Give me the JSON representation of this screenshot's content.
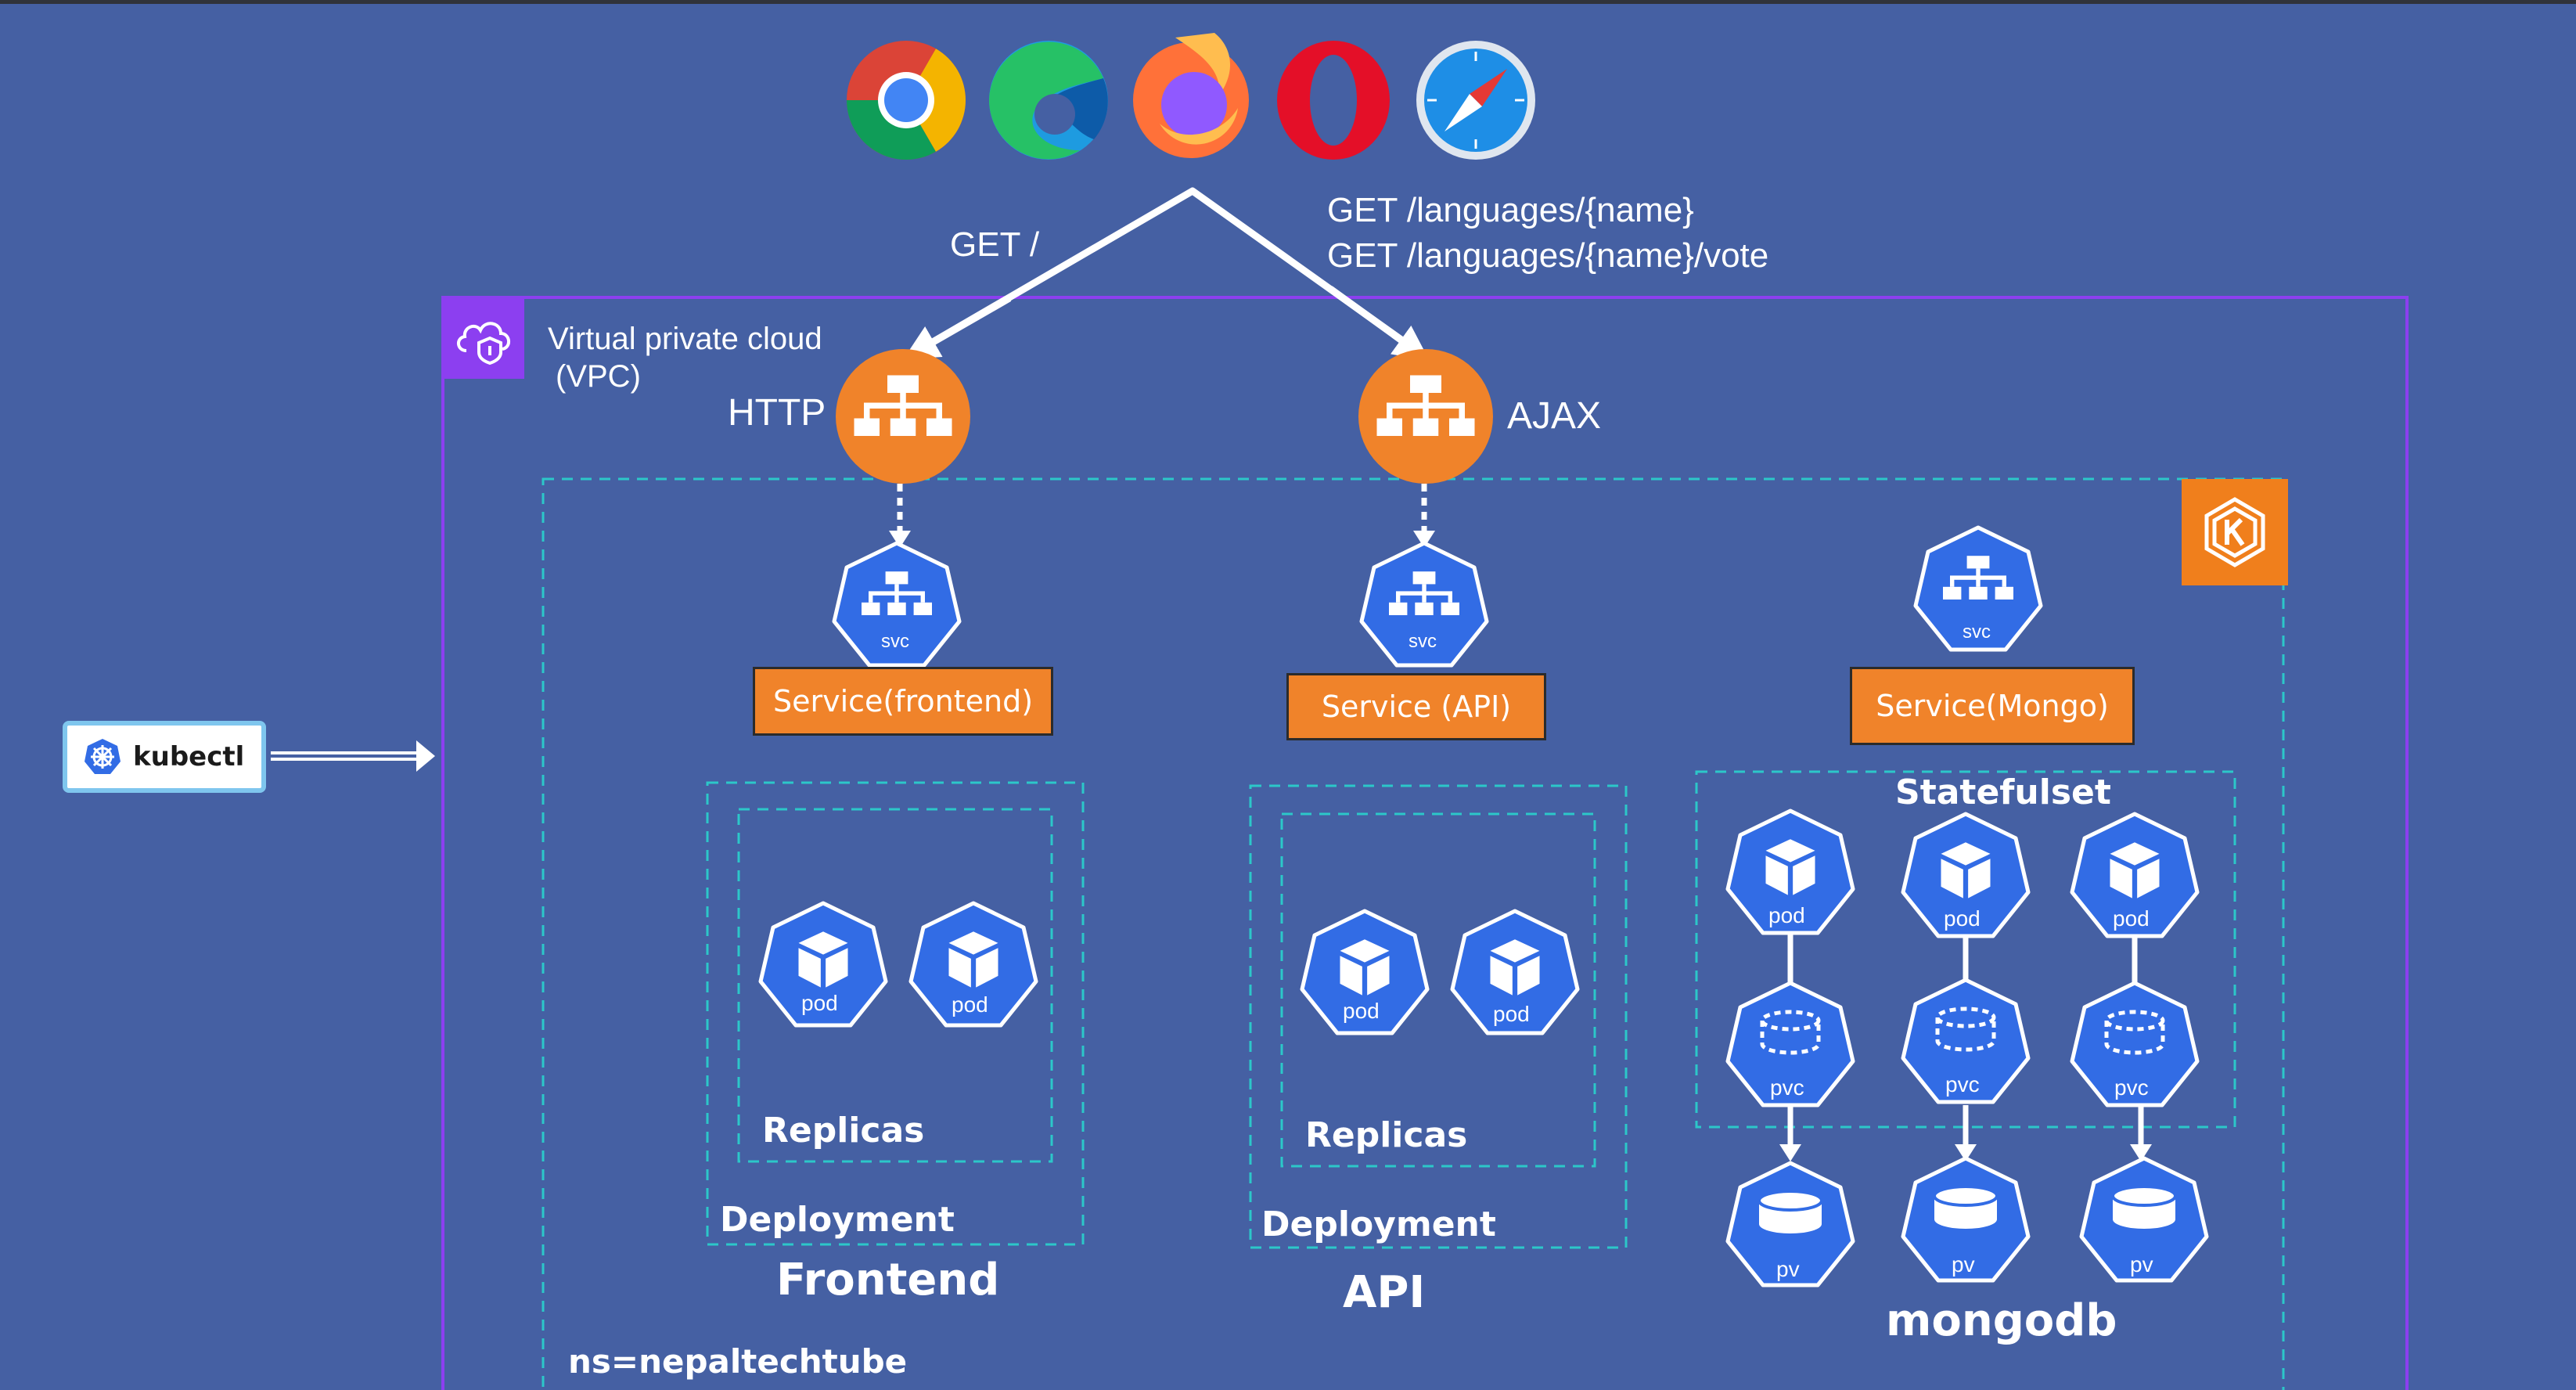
{
  "browsers": [
    {
      "name": "Chrome",
      "icon": "chrome-icon"
    },
    {
      "name": "Edge",
      "icon": "edge-icon"
    },
    {
      "name": "Firefox",
      "icon": "firefox-icon"
    },
    {
      "name": "Opera",
      "icon": "opera-icon"
    },
    {
      "name": "Safari",
      "icon": "safari-icon"
    }
  ],
  "requests": {
    "left": "GET /",
    "right_1": "GET /languages/{name}",
    "right_2": "GET /languages/{name}/vote"
  },
  "vpc": {
    "label_1": "Virtual private cloud",
    "label_2": "(VPC)",
    "icon": "cloud-shield-icon"
  },
  "load_balancers": {
    "http": "HTTP",
    "ajax": "AJAX",
    "icon": "load-balancer-icon"
  },
  "cluster_icon": "eks-icon",
  "services": {
    "frontend": "Service(frontend)",
    "api": "Service (API)",
    "mongo": "Service(Mongo)",
    "svc_tag": "svc"
  },
  "tags": {
    "pod": "pod",
    "pvc": "pvc",
    "pv": "pv"
  },
  "frontend": {
    "replicas": "Replicas",
    "deployment": "Deployment",
    "title": "Frontend"
  },
  "api": {
    "replicas": "Replicas",
    "deployment": "Deployment",
    "title": "API"
  },
  "mongo": {
    "statefulset": "Statefulset",
    "title": "mongodb"
  },
  "namespace": "ns=nepaltechtube",
  "kubectl": {
    "label": "kubectl",
    "icon": "kubernetes-helm-icon"
  },
  "colors": {
    "background": "#4560a3",
    "node_blue": "#326ce5",
    "node_orange": "#f0832a",
    "dashed": "#2cc7c9",
    "vpc_border": "#8c3ff0",
    "eks_orange": "#f07f1c"
  }
}
